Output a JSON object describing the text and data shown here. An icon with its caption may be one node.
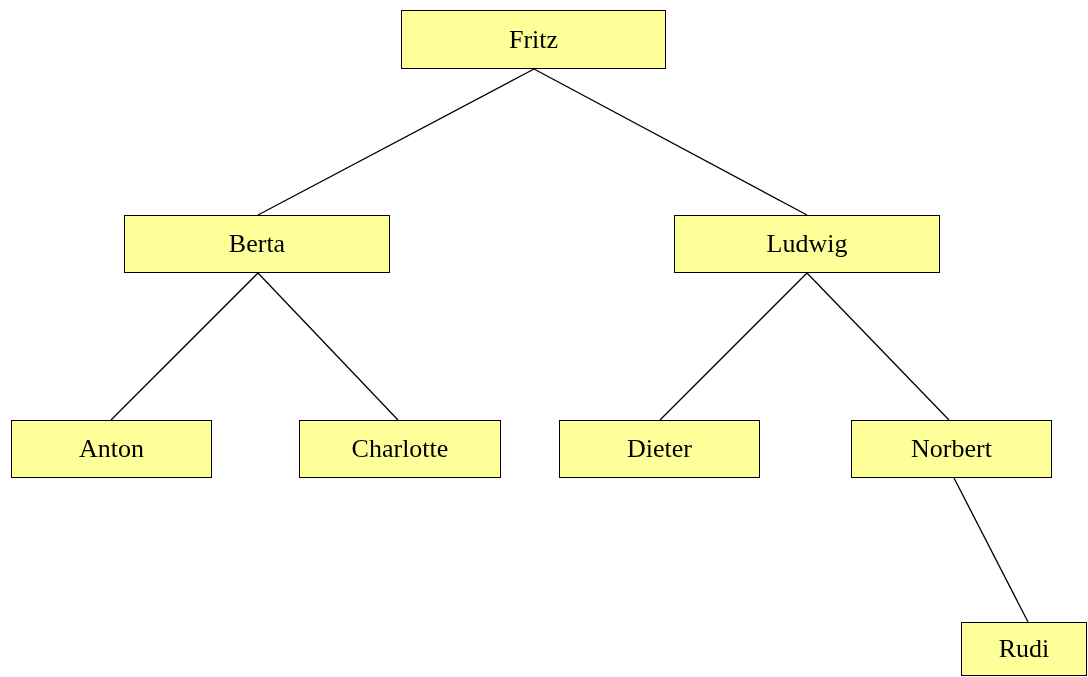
{
  "diagram": {
    "nodes": [
      {
        "text": [
          "Fritz"
        ]
      },
      {
        "text": [
          "Berta"
        ]
      },
      {
        "text": [
          "Ludwig"
        ]
      },
      {
        "text": [
          "Anton"
        ]
      },
      {
        "text": [
          "Charlotte"
        ]
      },
      {
        "text": [
          "Dieter"
        ]
      },
      {
        "text": [
          "Norbert"
        ]
      },
      {
        "text": [
          "Rudi"
        ]
      }
    ],
    "edges": [
      {
        "from": 0,
        "to": 1,
        "arrow": "none"
      },
      {
        "from": 0,
        "to": 2,
        "arrow": "none"
      },
      {
        "from": 1,
        "to": 3,
        "arrow": "none"
      },
      {
        "from": 1,
        "to": 4,
        "arrow": "none"
      },
      {
        "from": 2,
        "to": 5,
        "arrow": "none"
      },
      {
        "from": 2,
        "to": 6,
        "arrow": "none"
      },
      {
        "from": 6,
        "to": 7,
        "arrow": "none"
      }
    ]
  }
}
